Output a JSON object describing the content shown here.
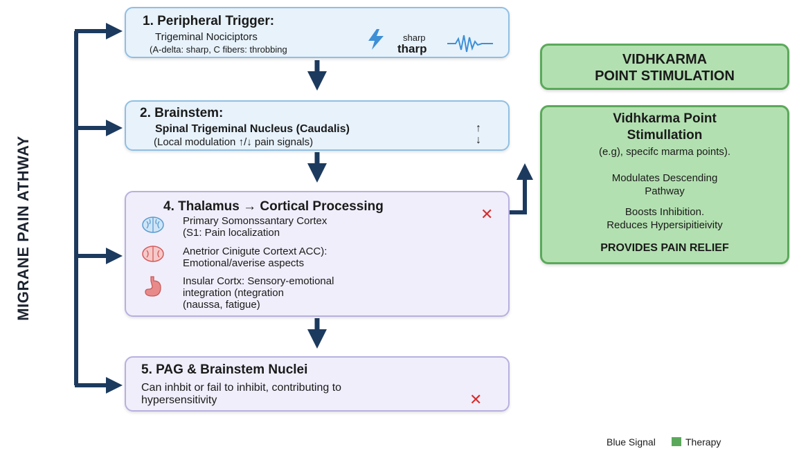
{
  "side_label": "MIGRANE PAIN ATHWAY",
  "step1": {
    "title": "1. Peripheral Trigger:",
    "line1": "Trigeminal Nociciptors",
    "line2": "(A-delta: sharp, C fibers: throbbing",
    "sharp_small": "sharp",
    "sharp_big": "tharp"
  },
  "step2": {
    "title": "2. Brainstem:",
    "line1": "Spinal Trigeminal Nucleus (Caudalis)",
    "line2": "(Local modulation ↑/↓ pain signals)",
    "up": "↑",
    "down": "↓"
  },
  "step4": {
    "title": "4. Thalamus → Cortical Processing",
    "items": [
      {
        "line1": "Primary Somonssantary Cortex",
        "line2": "(S1: Pain localization",
        "line3": ""
      },
      {
        "line1": "Anetrior Cinigute Cortext ACC):",
        "line2": "Emotional/averise aspects",
        "line3": ""
      },
      {
        "line1": "Insular Cortx: Sensory-emotional",
        "line2": "integration (ntegration",
        "line3": "(naussa, fatigue)"
      }
    ],
    "x_mark": "✕"
  },
  "step5": {
    "title": "5. PAG & Brainstem Nuclei",
    "line1": "Can inhbit or fail to inhibit, contributing to",
    "line2": "hypersensitivity",
    "x_mark": "✕"
  },
  "therapy_header": {
    "line1": "VIDHKARMA",
    "line2": "POINT STIMULATION"
  },
  "therapy_box": {
    "title1": "Vidhkarma Point",
    "title2": "Stimullation",
    "sub": "(e.g), specifc marma points).",
    "p1a": "Modulates Descending",
    "p1b": "Pathway",
    "p2a": "Boosts Inhibition.",
    "p2b": "Reduces Hypersipitieivity",
    "relief": "PROVIDES PAIN RELIEF"
  },
  "legend": {
    "blue": "Blue Signal",
    "green": "Therapy",
    "green_color": "#5aa95a"
  },
  "colors": {
    "arrow": "#1c3a5e",
    "red": "#d72d2d",
    "blue_bg": "#e7f2fb",
    "green_bg": "#b3e0b1"
  },
  "icons": [
    "lightning-icon",
    "wave-icon",
    "brain-icon",
    "acc-brain-icon",
    "stomach-icon",
    "cross-icon"
  ]
}
